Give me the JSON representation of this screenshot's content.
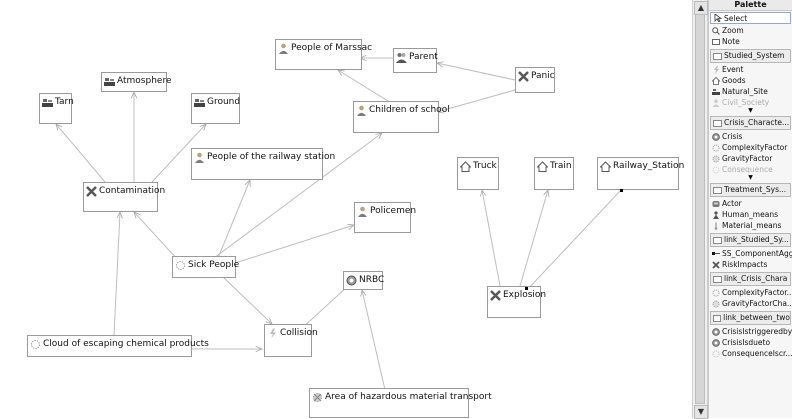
{
  "diagram": {
    "nodes": {
      "people_marssac": "People of Marssac",
      "parent": "Parent",
      "panic": "Panic",
      "children": "Children of school",
      "atmosphere": "Atmosphere",
      "tarn": "Tarn",
      "ground": "Ground",
      "people_railway": "People of the railway station",
      "contamination": "Contamination",
      "policemen": "Policemen",
      "truck": "Truck",
      "train": "Train",
      "railway_station": "Railway_Station",
      "sick_people": "Sick People",
      "nrbc": "NRBC",
      "explosion": "Explosion",
      "collision": "Collision",
      "cloud": "Cloud of escaping chemical products",
      "area": "Area of hazardous material transport"
    }
  },
  "palette": {
    "title": "Palette",
    "tools": {
      "select": "Select",
      "zoom": "Zoom",
      "note": "Note"
    },
    "drawers": {
      "studied_system": "Studied_System",
      "crisis_characteristics": "Crisis_Characte...",
      "treatment_system": "Treatment_Sys...",
      "link_studied": "link_Studied_Sy...",
      "link_crisis": "link_Crisis_Chara",
      "link_between": "link_between_two"
    },
    "items": {
      "event": "Event",
      "goods": "Goods",
      "natural_site": "Natural_Site",
      "civil_society": "Civil_Society",
      "crisis": "Crisis",
      "complexity_factor": "ComplexityFactor",
      "gravity_factor": "GravityFactor",
      "consequence": "Consequence",
      "actor": "Actor",
      "human_means": "Human_means",
      "material_means": "Material_means",
      "ss_component": "SS_ComponentAggr...",
      "risk_impacts": "RiskImpacts",
      "complexity_factor_link": "ComplexityFactor...",
      "gravity_factor_link": "GravityFactorCha...",
      "crisis_triggered": "CrisisIstriggeredby",
      "crisis_is_due": "CrisisIsdueto",
      "consequence_link": "ConsequenceIscr..."
    }
  }
}
